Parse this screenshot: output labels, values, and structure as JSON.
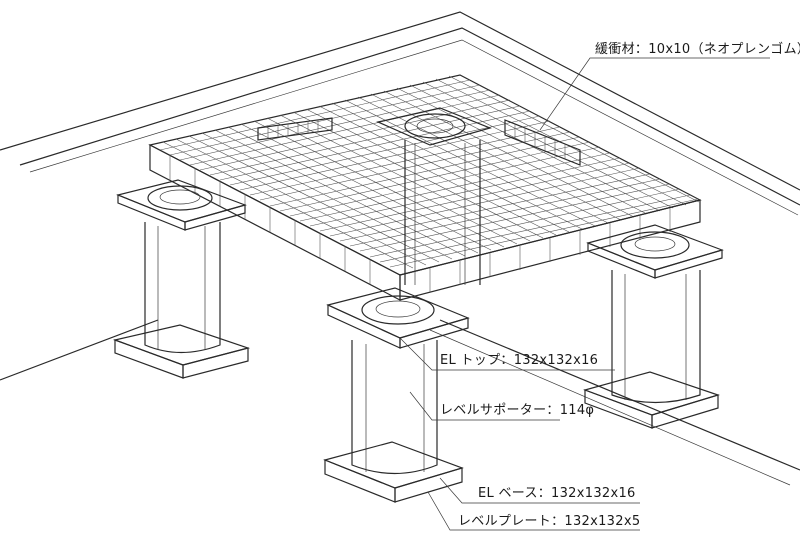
{
  "labels": {
    "cushion": "緩衝材：10x10（ネオプレンゴム）",
    "el_top": "EL トップ：132x132x16",
    "level_supporter": "レベルサポーター：114φ",
    "el_base": "EL ベース：132x132x16",
    "level_plate": "レベルプレート：132x132x5"
  },
  "colors": {
    "ink": "#2a2a2a",
    "paper": "#ffffff"
  }
}
